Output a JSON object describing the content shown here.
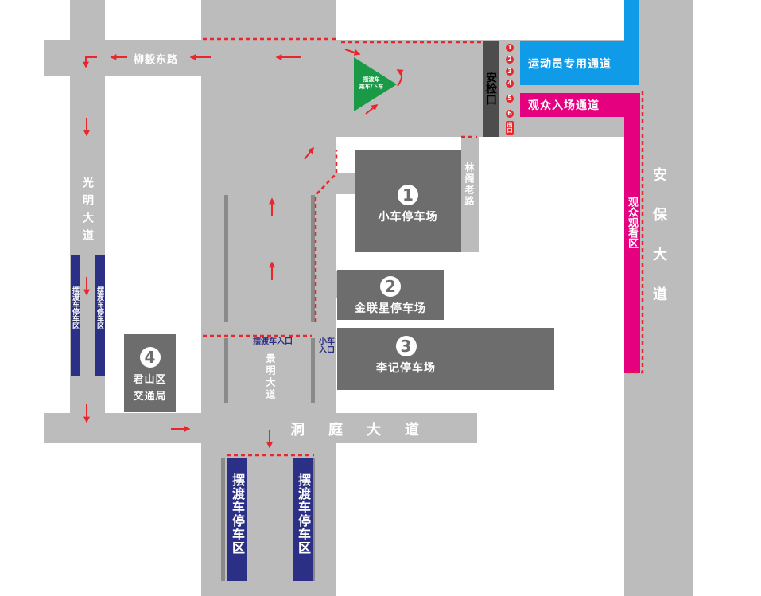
{
  "roads": {
    "liuyi_east": "柳毅东路",
    "guangming": "光明大道",
    "jingming": "景明大道",
    "dongting": "洞庭大道",
    "anbao": "安保大道",
    "linge_old": "林阁老路"
  },
  "lots": [
    {
      "num": "1",
      "name": "小车停车场"
    },
    {
      "num": "2",
      "name": "金联星停车场"
    },
    {
      "num": "3",
      "name": "李记停车场"
    }
  ],
  "junshan": {
    "num": "4",
    "line1": "君山区",
    "line2": "交通局"
  },
  "shuttle_zones": {
    "label_small": "摆渡车停车区",
    "label_large": "摆渡车停车区"
  },
  "shuttle_stop": {
    "line1": "摆渡车",
    "line2": "乘车/下车"
  },
  "checkpoint": {
    "label": "安检口"
  },
  "gates": {
    "numbers": [
      "1",
      "2",
      "3",
      "4",
      "5",
      "6"
    ],
    "exit_label": "出口"
  },
  "banners": {
    "athlete": "运动员专用通道",
    "audience_entry": "观众入场通道",
    "audience_area": "观众观看区"
  },
  "entrances": {
    "shuttle_entry": "摆渡车入口",
    "car_entry": "小车入口"
  },
  "colors": {
    "road": "#bcbcbc",
    "lot": "#6d6d6d",
    "athlete": "#0f9be8",
    "audience": "#e4007f",
    "shuttle_zone": "#2b2f86",
    "route": "#e8262b",
    "stop": "#1a9a47"
  }
}
